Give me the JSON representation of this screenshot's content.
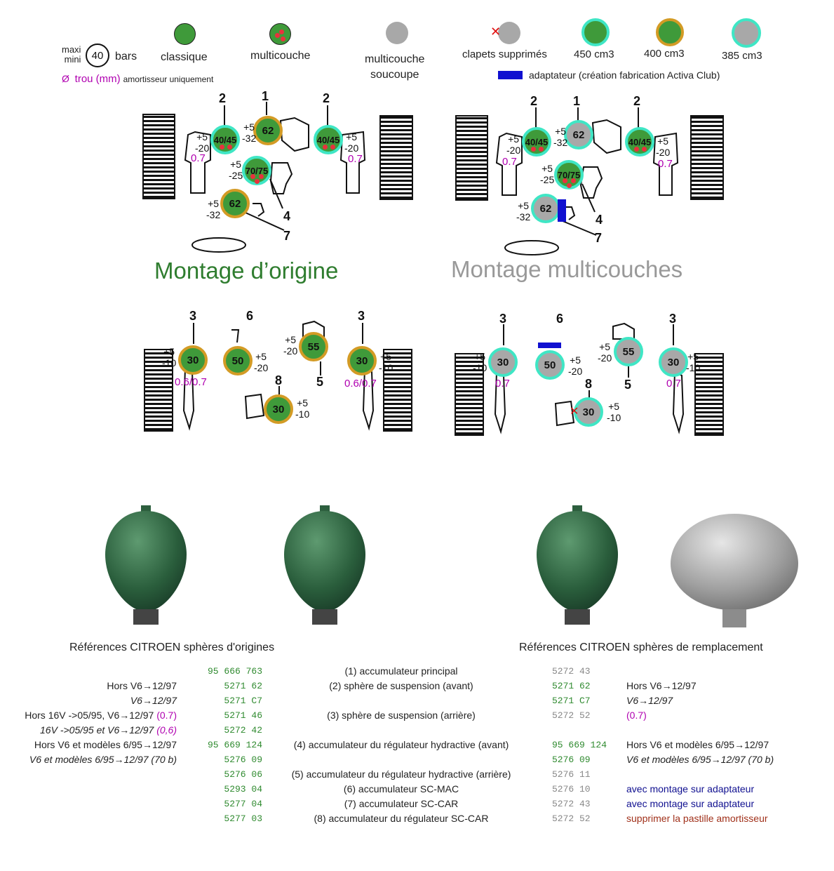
{
  "legend": {
    "maxi": "maxi",
    "mini": "mini",
    "pressure_value": "40",
    "bars": "bars",
    "classique": "classique",
    "multicouche": "multicouche",
    "multicouche_soucoupe_1": "multicouche",
    "multicouche_soucoupe_2": "soucoupe",
    "clapets": "clapets supprimés",
    "c450": "450 cm3",
    "c400": "400 cm3",
    "c385": "385 cm3",
    "trou_symbol": "Ø",
    "trou": "trou (mm)",
    "trou_note": "amortisseur uniquement",
    "adaptateur": "adaptateur  (création fabrication  Activa Club)"
  },
  "titles": {
    "origine": "Montage d’origine",
    "multicouches": "Montage multicouches"
  },
  "front_origin": {
    "n2": "2",
    "n1": "1",
    "n4": "4",
    "n7": "7",
    "s_left": "40/45",
    "s_main": "62",
    "s_right": "40/45",
    "s_reg": "70/75",
    "s_scmac": "62",
    "tol_left": "+5\n-20",
    "tol_main": "+5\n-32",
    "tol_right": "+5\n-20",
    "tol_reg": "+5\n-25",
    "tol_low": "+5\n-32",
    "hole_left": "0.7",
    "hole_right": "0.7"
  },
  "front_multi": {
    "n2": "2",
    "n1": "1",
    "n4": "4",
    "n7": "7",
    "s_left": "40/45",
    "s_main": "62",
    "s_right": "40/45",
    "s_reg": "70/75",
    "s_low": "62",
    "tol_left": "+5\n-20",
    "tol_main": "+5\n-32",
    "tol_right": "+5\n-20",
    "tol_reg": "+5\n-25",
    "tol_low": "+5\n-32",
    "hole_left": "0.7",
    "hole_right": "0.7"
  },
  "rear_origin": {
    "n3a": "3",
    "n6": "6",
    "n5": "5",
    "n3b": "3",
    "n8": "8",
    "s_left": "30",
    "s_scmac": "50",
    "s_reg": "55",
    "s_right": "30",
    "s_scar": "30",
    "tol_left": "+5\n-10",
    "tol_scmac": "+5\n-20",
    "tol_reg": "+5\n-20",
    "tol_right": "+5\n-10",
    "tol_scar": "+5\n-10",
    "hole_left": "0.6/0.7",
    "hole_right": "0.6/0.7"
  },
  "rear_multi": {
    "n3a": "3",
    "n6": "6",
    "n5": "5",
    "n3b": "3",
    "n8": "8",
    "s_left": "30",
    "s_scmac": "50",
    "s_reg": "55",
    "s_right": "30",
    "s_scar": "30",
    "tol_left": "+5\n-10",
    "tol_scmac": "+5\n-20",
    "tol_reg": "+5\n-20",
    "tol_right": "+5\n-10",
    "tol_scar": "+5\n-10",
    "hole_left": "0.7",
    "hole_right": "0.7"
  },
  "headings": {
    "origines": "Références CITROEN sphères d'origines",
    "remplacement": "Références CITROEN sphères de remplacement"
  },
  "rows": [
    {
      "cond": "",
      "ref": "95 666 763",
      "desc": "(1) accumulateur principal",
      "rref": "5272 43",
      "rnote": "",
      "rref_green": false
    },
    {
      "cond": "Hors V6→12/97",
      "ref": "5271 62",
      "desc": "(2) sphère de suspension (avant)",
      "rref": "5271 62",
      "rnote": "Hors V6→12/97",
      "rref_green": true
    },
    {
      "cond": "V6→12/97",
      "ref": "5271 C7",
      "desc": "",
      "rref": "5271 C7",
      "rnote": "V6→12/97",
      "rref_green": true
    },
    {
      "cond": "Hors 16V ->05/95, V6→12/97",
      "cond_extra": "(0.7)",
      "ref": "5271 46",
      "desc": "(3) sphère de suspension (arrière)",
      "rref": "5272 52",
      "rnote": "(0.7)",
      "rref_green": false
    },
    {
      "cond": "16V ->05/95 et V6→12/97",
      "cond_extra": "(0,6)",
      "ref": "5272 42",
      "desc": "",
      "rref": "",
      "rnote": "",
      "rref_green": false
    },
    {
      "cond": "Hors V6 et modèles 6/95→12/97",
      "ref": "95 669 124",
      "desc": "(4) accumulateur du régulateur hydractive (avant)",
      "rref": "95 669 124",
      "rnote": "Hors V6 et modèles 6/95→12/97",
      "rref_green": true
    },
    {
      "cond": "V6 et modèles 6/95→12/97 (70 b)",
      "ref": "5276 09",
      "desc": "",
      "rref": "5276 09",
      "rnote": "V6 et modèles 6/95→12/97 (70 b)",
      "rref_green": true
    },
    {
      "cond": "",
      "ref": "5276 06",
      "desc": "(5) accumulateur du régulateur hydractive (arrière)",
      "rref": "5276 11",
      "rnote": "",
      "rref_green": false
    },
    {
      "cond": "",
      "ref": "5293 04",
      "desc": "(6) accumulateur SC-MAC",
      "rref": "5276 10",
      "rnote": "avec montage sur adaptateur",
      "rref_green": false
    },
    {
      "cond": "",
      "ref": "5277 04",
      "desc": "(7) accumulateur SC-CAR",
      "rref": "5272 43",
      "rnote": "avec montage sur adaptateur",
      "rref_green": false
    },
    {
      "cond": "",
      "ref": "5277 03",
      "desc": "(8) accumulateur du régulateur SC-CAR",
      "rref": "5272 52",
      "rnote": "supprimer la pastille amortisseur",
      "rref_green": false
    }
  ],
  "colors": {
    "classic_green": "#3f9a3a",
    "gray_sphere": "#a8a8a8",
    "ring_450": "#3fe6c5",
    "ring_400": "#d39b25",
    "adapter_blue": "#1010d0",
    "hole_magenta": "#b000b0",
    "title_green": "#2f7d2f"
  }
}
